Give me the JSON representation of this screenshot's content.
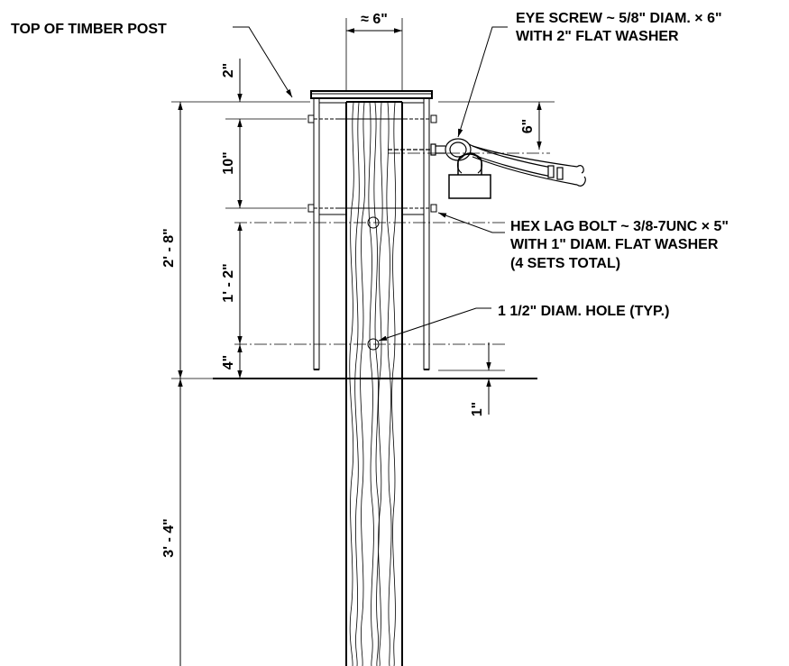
{
  "notes": {
    "top_of_post": "TOP OF TIMBER POST",
    "eye_screw_line1": "EYE SCREW ~ 5/8\" DIAM. × 6\"",
    "eye_screw_line2": "WITH 2\" FLAT WASHER",
    "lag_bolt_line1": "HEX LAG BOLT ~ 3/8-7UNC × 5\"",
    "lag_bolt_line2": "WITH 1\" DIAM. FLAT WASHER",
    "lag_bolt_line3": "(4 SETS TOTAL)",
    "hole": "1 1/2\" DIAM. HOLE (TYP.)"
  },
  "dimensions": {
    "post_width": "≈ 6\"",
    "cap_gap": "2\"",
    "block_height": "10\"",
    "hole_spacing": "1' - 2\"",
    "hole_to_ground": "4\"",
    "above_ground": "2' - 8\"",
    "below_ground": "3' - 4\"",
    "eye_screw_depth": "6\"",
    "sleeve_above_ground": "1\""
  }
}
